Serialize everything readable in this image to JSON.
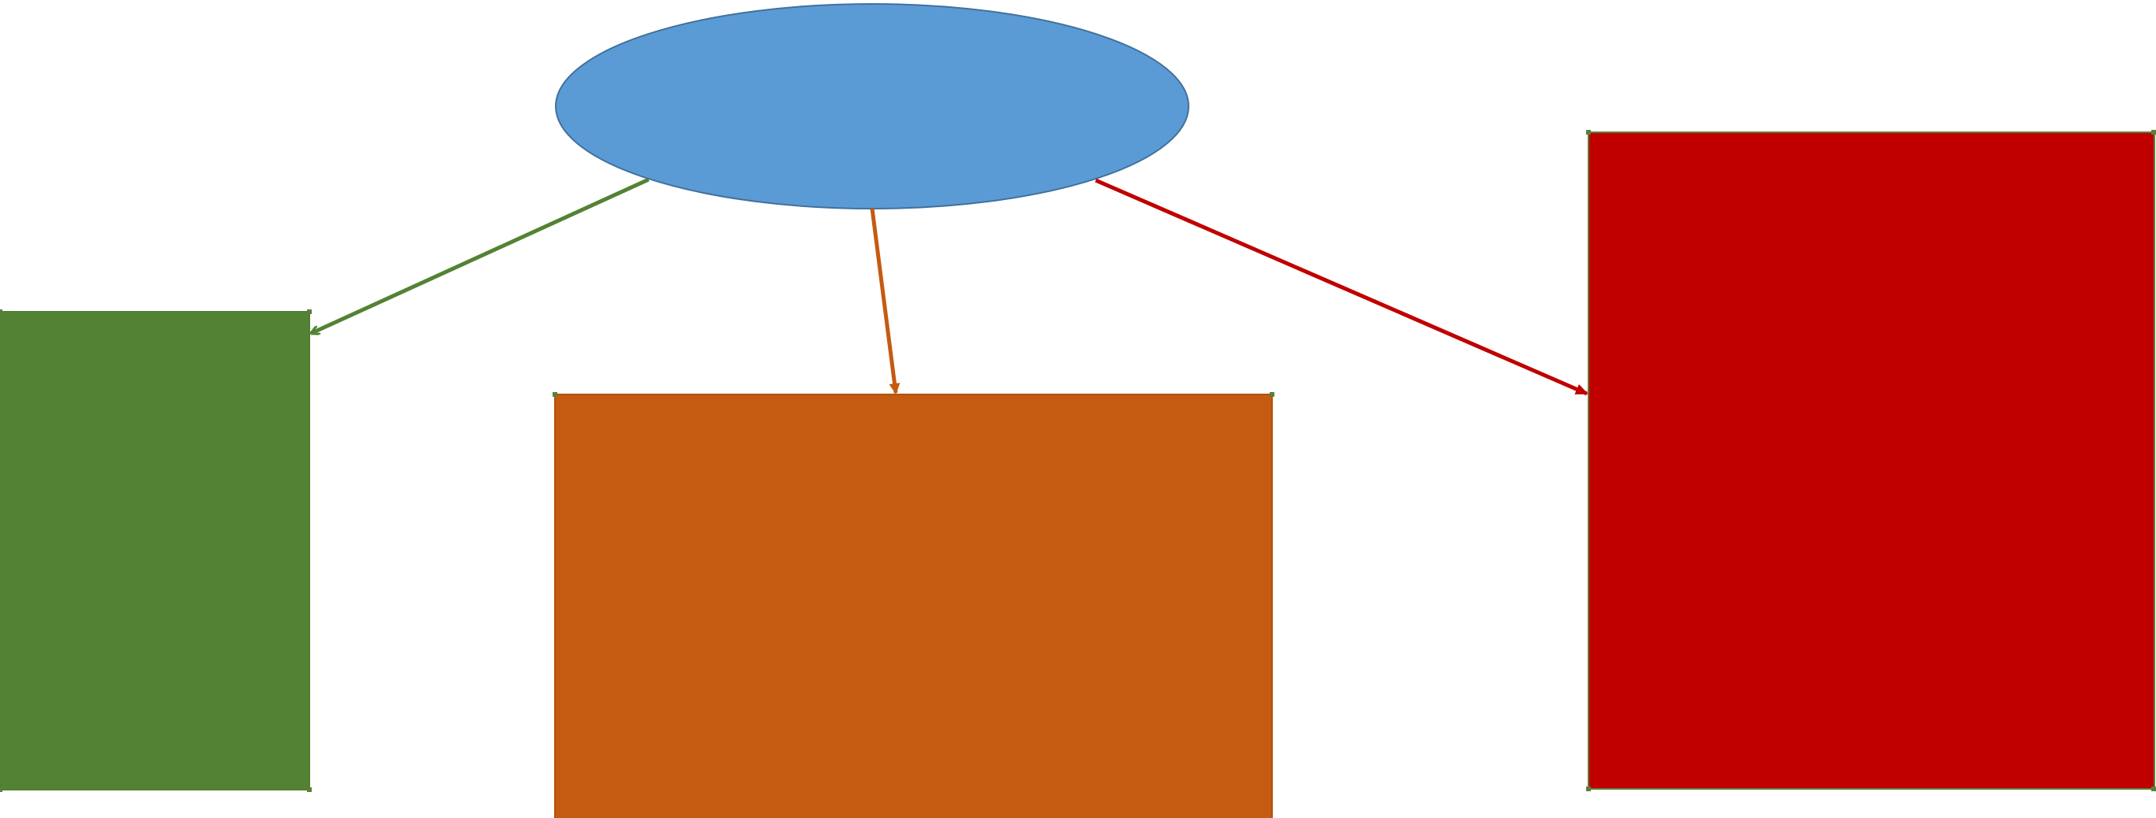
{
  "diagram": {
    "type": "hierarchy",
    "root": {
      "shape": "ellipse",
      "label": "",
      "fill": "#5b9bd5",
      "stroke": "#41719c"
    },
    "children": [
      {
        "key": "green",
        "shape": "rectangle",
        "label": "",
        "fill": "#548235",
        "stroke": "#507e32"
      },
      {
        "key": "orange",
        "shape": "rectangle",
        "label": "",
        "fill": "#c55a11",
        "stroke": "#b25210"
      },
      {
        "key": "red",
        "shape": "rectangle",
        "label": "",
        "fill": "#c00000",
        "stroke": "#5b7f3a"
      }
    ],
    "connectors": [
      {
        "from": "root",
        "to": "green",
        "color": "#548235",
        "arrowhead": "open"
      },
      {
        "from": "root",
        "to": "orange",
        "color": "#c55a11",
        "arrowhead": "open"
      },
      {
        "from": "root",
        "to": "red",
        "color": "#c00000",
        "arrowhead": "open"
      }
    ]
  }
}
